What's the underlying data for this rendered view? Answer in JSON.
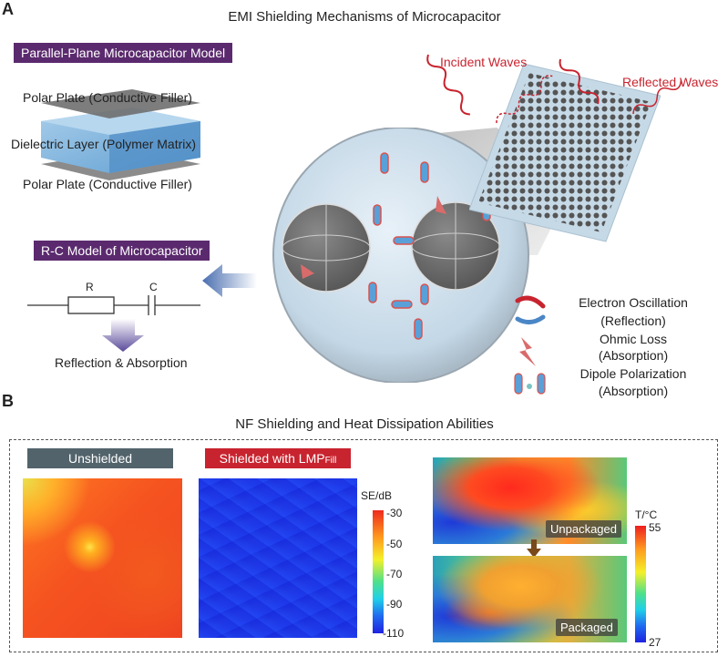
{
  "panel_a": {
    "letter": "A",
    "title": "EMI Shielding Mechanisms of Microcapacitor",
    "parallel_plane_tag": "Parallel-Plane Microcapacitor Model",
    "top_plate_label": "Polar Plate (Conductive Filler)",
    "dielectric_label": "Dielectric Layer (Polymer Matrix)",
    "bottom_plate_label": "Polar Plate (Conductive Filler)",
    "rc_tag": "R-C Model of Microcapacitor",
    "resistor_label": "R",
    "capacitor_label": "C",
    "rc_result": "Reflection & Absorption",
    "incident_label": "Incident Waves",
    "reflected_label": "Reflected Waves",
    "legend": [
      {
        "line1": "Electron Oscillation",
        "line2": "(Reflection)"
      },
      {
        "line1": "Ohmic Loss",
        "line2": "(Absorption)"
      },
      {
        "line1": "Dipole Polarization",
        "line2": "(Absorption)"
      }
    ]
  },
  "panel_b": {
    "letter": "B",
    "title": "NF Shielding and Heat Dissipation Abilities",
    "unshielded_tag": "Unshielded",
    "shielded_tag_main": "Shielded with LMP",
    "shielded_tag_sub": "Fill",
    "se_colorbar": {
      "title": "SE/dB",
      "ticks": [
        "-30",
        "-50",
        "-70",
        "-90",
        "-110"
      ]
    },
    "temp_colorbar": {
      "title": "T/°C",
      "max": "55",
      "min": "27"
    },
    "unpackaged_tag": "Unpackaged",
    "packaged_tag": "Packaged"
  },
  "colors": {
    "tag_purple": "#5b2a6e",
    "tag_grey": "#52636b",
    "tag_red": "#c8242f",
    "wave_red": "#c8242f"
  }
}
